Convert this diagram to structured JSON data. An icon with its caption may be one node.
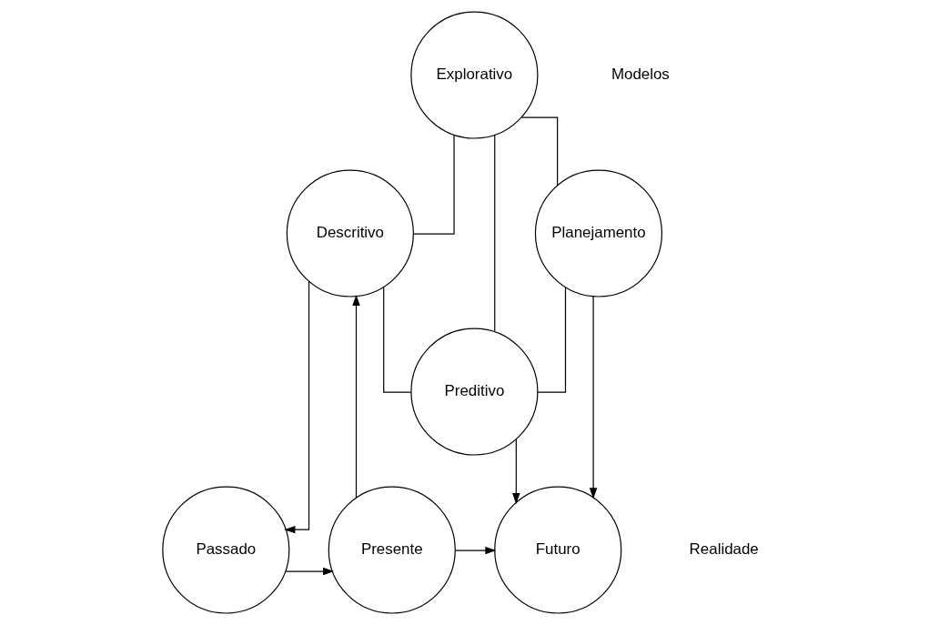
{
  "diagram": {
    "nodes": [
      {
        "text": [
          "Explorativo"
        ]
      },
      {
        "text": [
          "Descritivo"
        ]
      },
      {
        "text": [
          "Planejamento"
        ]
      },
      {
        "text": [
          "Preditivo"
        ]
      },
      {
        "text": [
          "Passado"
        ]
      },
      {
        "text": [
          "Presente"
        ]
      },
      {
        "text": [
          "Futuro"
        ]
      }
    ],
    "edges": [
      {
        "from": 0,
        "to": 1,
        "arrow": "none"
      },
      {
        "from": 0,
        "to": 2,
        "arrow": "none"
      },
      {
        "from": 0,
        "to": 3,
        "arrow": "none"
      },
      {
        "from": 1,
        "to": 3,
        "arrow": "none"
      },
      {
        "from": 2,
        "to": 3,
        "arrow": "none"
      },
      {
        "from": 1,
        "to": 4,
        "arrow": "to"
      },
      {
        "from": 5,
        "to": 1,
        "arrow": "to"
      },
      {
        "from": 4,
        "to": 5,
        "arrow": "to"
      },
      {
        "from": 5,
        "to": 6,
        "arrow": "to"
      },
      {
        "from": 3,
        "to": 6,
        "arrow": "to"
      },
      {
        "from": 2,
        "to": 6,
        "arrow": "to"
      }
    ],
    "labels": [
      "Modelos",
      "Realidade"
    ]
  }
}
